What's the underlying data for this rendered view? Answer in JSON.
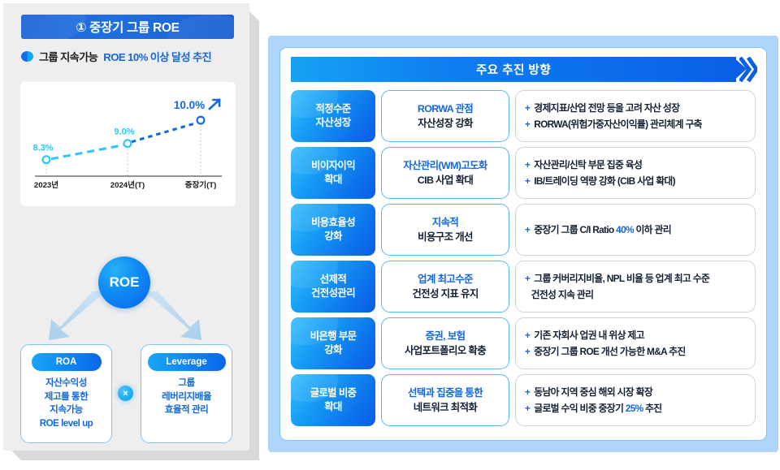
{
  "left": {
    "title": "① 중장기 그룹 ROE",
    "bullet": {
      "dark_text": "그룹 지속가능",
      "blue_text": "ROE 10% 이상 달성 추진"
    },
    "roe_circle_label": "ROE",
    "times_symbol": "×",
    "roa_box": {
      "badge": "ROA",
      "lines": [
        "자산수익성",
        "제고를 통한",
        "지속가능",
        "ROE level up"
      ]
    },
    "leverage_box": {
      "badge": "Leverage",
      "lines": [
        "그룹",
        "레버리지배율",
        "효율적 관리"
      ]
    }
  },
  "right": {
    "header": "주요 추진 방향",
    "rows": [
      {
        "label": [
          "적정수준",
          "자산성장"
        ],
        "mid_line1": "RORWA 관점",
        "mid_line2": "자산성장 강화",
        "details": [
          {
            "pre": "경제지표/산업 전망 등을 고려 자산 성장",
            "hl": "",
            "post": ""
          },
          {
            "pre": "RORWA(위험가중자산이익률) 관리체계 구축",
            "hl": "",
            "post": ""
          }
        ]
      },
      {
        "label": [
          "비이자이익",
          "확대"
        ],
        "mid_line1": "자산관리(WM)고도화",
        "mid_line2": "CIB 사업 확대",
        "details": [
          {
            "pre": "자산관리/신탁 부문 집중 육성",
            "hl": "",
            "post": ""
          },
          {
            "pre": "IB/트레이딩 역량 강화 (CIB 사업 확대)",
            "hl": "",
            "post": ""
          }
        ]
      },
      {
        "label": [
          "비용효율성",
          "강화"
        ],
        "mid_line1": "지속적",
        "mid_line2": "비용구조 개선",
        "details": [
          {
            "pre": "중장기 그룹 C/I Ratio ",
            "hl": "40%",
            "post": " 이하 관리"
          }
        ]
      },
      {
        "label": [
          "선제적",
          "건전성관리"
        ],
        "mid_line1": "업계 최고수준",
        "mid_line2": "건전성 지표 유지",
        "details": [
          {
            "pre": "그룹 커버리지비율, NPL 비율 등 업계 최고 수준",
            "hl": "",
            "post": ""
          },
          {
            "pre": "건전성 지속 관리",
            "hl": "",
            "post": "",
            "no_plus": true
          }
        ]
      },
      {
        "label": [
          "비은행 부문",
          "강화"
        ],
        "mid_line1": "증권, 보험",
        "mid_line2": "사업포트폴리오 확충",
        "details": [
          {
            "pre": "기존 자회사 업권 내 위상 제고",
            "hl": "",
            "post": ""
          },
          {
            "pre": "중장기 그룹 ROE 개선 가능한 M&A 추진",
            "hl": "",
            "post": ""
          }
        ]
      },
      {
        "label": [
          "글로벌 비중",
          "확대"
        ],
        "mid_line1": "선택과 집중을 통한",
        "mid_line2": "네트워크 최적화",
        "details": [
          {
            "pre": "동남아 지역 중심 해외 시장 확장",
            "hl": "",
            "post": ""
          },
          {
            "pre": "글로벌 수익 비중 중장기 ",
            "hl": "25%",
            "post": " 추진"
          }
        ]
      }
    ]
  },
  "chart_data": {
    "type": "line",
    "title": "중장기 그룹 ROE",
    "categories": [
      "2023년",
      "2024년(T)",
      "중장기(T)"
    ],
    "values": [
      8.3,
      9.0,
      10.0
    ],
    "data_labels": [
      "8.3%",
      "9.0%",
      "10.0%"
    ],
    "series": [
      {
        "name": "그룹 ROE",
        "values": [
          8.3,
          9.0,
          10.0
        ]
      }
    ],
    "xlabel": "",
    "ylabel": "",
    "ylim": [
      7.8,
      10.6
    ],
    "grid": false,
    "legend": "none",
    "style": "dashed ascending line with hollow circle markers and upward arrow",
    "colors": {
      "segment1": "#2ec7f7",
      "segment2": "#1469e0",
      "marker": "#2ec7f7"
    }
  }
}
